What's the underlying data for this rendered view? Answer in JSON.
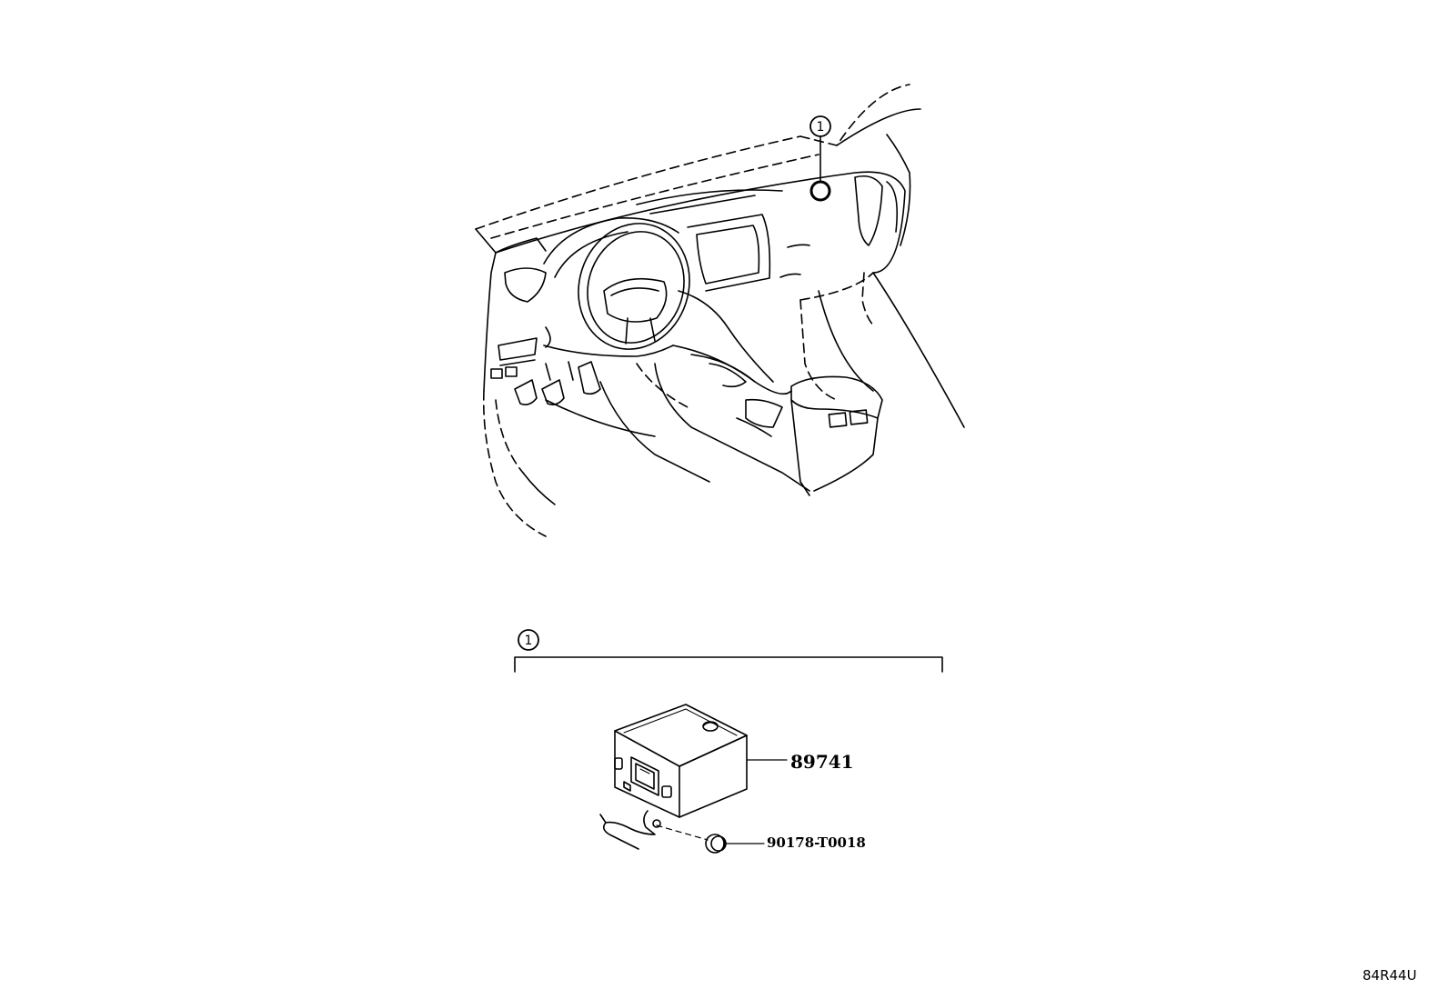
{
  "callouts": {
    "location_marker": "1",
    "group_marker": "1"
  },
  "parts": [
    {
      "number": "89741",
      "description_icon": "ecu-module-icon"
    },
    {
      "number": "90178-T0018",
      "description_icon": "clip-nut-icon"
    }
  ],
  "drawing_code": "84R44U",
  "colors": {
    "line": "#000000",
    "background": "#ffffff"
  }
}
